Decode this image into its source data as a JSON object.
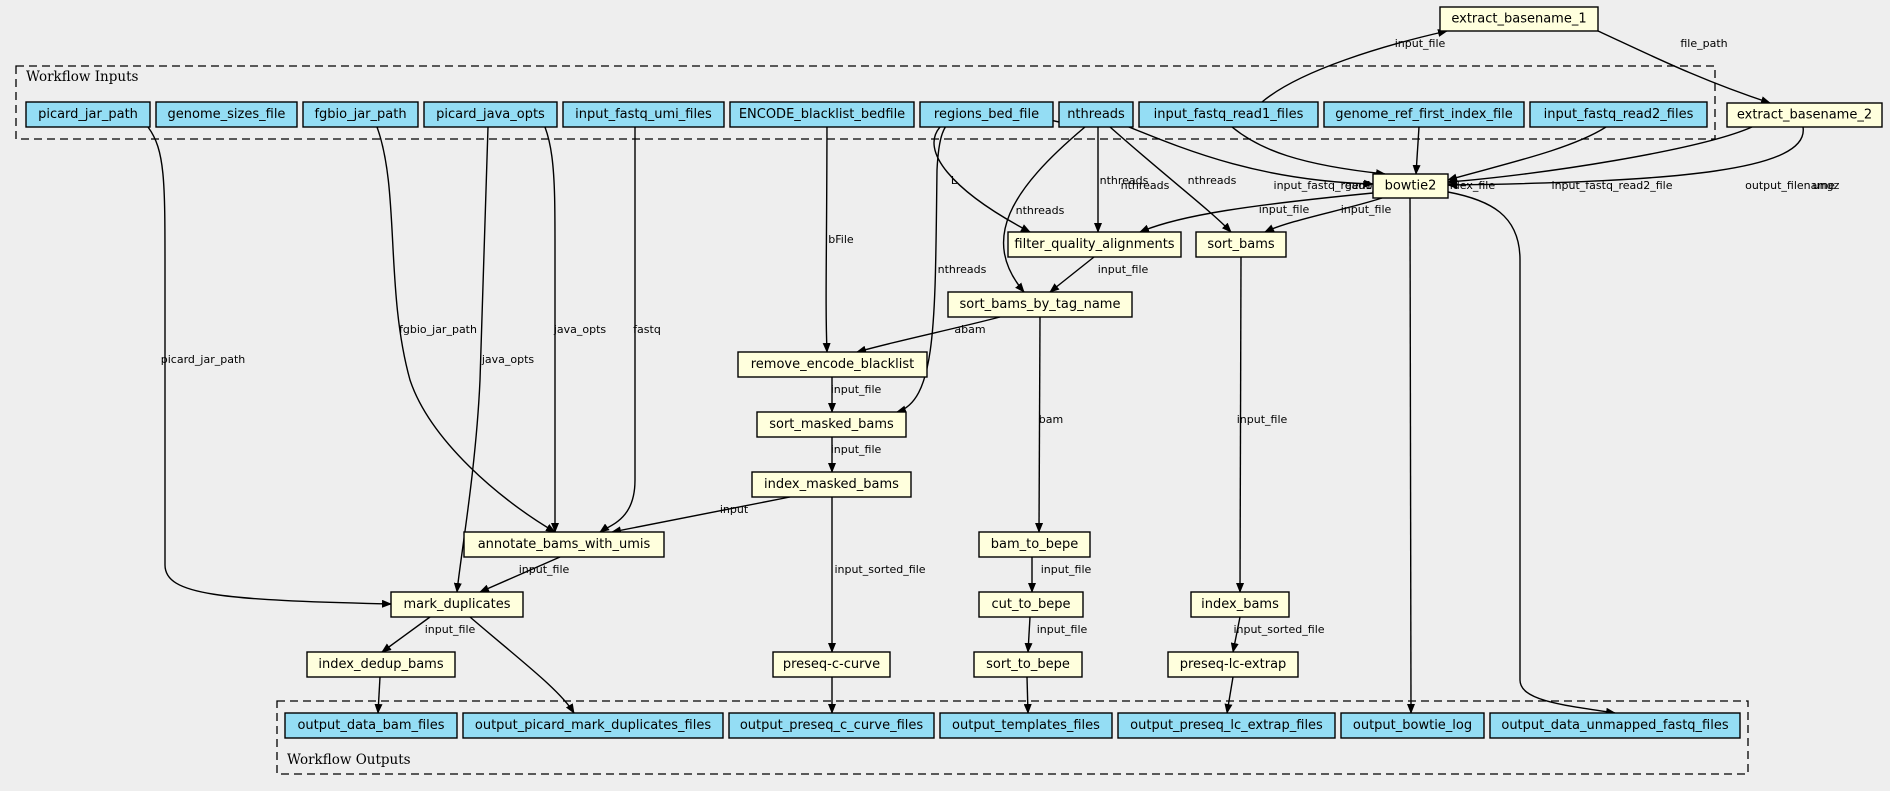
{
  "colors": {
    "background": "#eeeeee",
    "input_fill": "#94ddf4",
    "step_fill": "#ffffdd",
    "output_fill": "#94ddf4",
    "stroke": "#000000"
  },
  "clusters": {
    "inputs_label": "Workflow Inputs",
    "outputs_label": "Workflow Outputs"
  },
  "nodes": [
    {
      "id": "picard_jar_path",
      "label": "picard_jar_path",
      "kind": "input"
    },
    {
      "id": "genome_sizes_file",
      "label": "genome_sizes_file",
      "kind": "input"
    },
    {
      "id": "fgbio_jar_path",
      "label": "fgbio_jar_path",
      "kind": "input"
    },
    {
      "id": "picard_java_opts",
      "label": "picard_java_opts",
      "kind": "input"
    },
    {
      "id": "input_fastq_umi_files",
      "label": "input_fastq_umi_files",
      "kind": "input"
    },
    {
      "id": "ENCODE_blacklist_bedfile",
      "label": "ENCODE_blacklist_bedfile",
      "kind": "input"
    },
    {
      "id": "regions_bed_file",
      "label": "regions_bed_file",
      "kind": "input"
    },
    {
      "id": "nthreads",
      "label": "nthreads",
      "kind": "input"
    },
    {
      "id": "input_fastq_read1_files",
      "label": "input_fastq_read1_files",
      "kind": "input"
    },
    {
      "id": "genome_ref_first_index_file",
      "label": "genome_ref_first_index_file",
      "kind": "input"
    },
    {
      "id": "input_fastq_read2_files",
      "label": "input_fastq_read2_files",
      "kind": "input"
    },
    {
      "id": "extract_basename_1",
      "label": "extract_basename_1",
      "kind": "step"
    },
    {
      "id": "extract_basename_2",
      "label": "extract_basename_2",
      "kind": "step"
    },
    {
      "id": "bowtie2",
      "label": "bowtie2",
      "kind": "step"
    },
    {
      "id": "filter_quality_alignments",
      "label": "filter_quality_alignments",
      "kind": "step"
    },
    {
      "id": "sort_bams",
      "label": "sort_bams",
      "kind": "step"
    },
    {
      "id": "sort_bams_by_tag_name",
      "label": "sort_bams_by_tag_name",
      "kind": "step"
    },
    {
      "id": "remove_encode_blacklist",
      "label": "remove_encode_blacklist",
      "kind": "step"
    },
    {
      "id": "sort_masked_bams",
      "label": "sort_masked_bams",
      "kind": "step"
    },
    {
      "id": "index_masked_bams",
      "label": "index_masked_bams",
      "kind": "step"
    },
    {
      "id": "annotate_bams_with_umis",
      "label": "annotate_bams_with_umis",
      "kind": "step"
    },
    {
      "id": "mark_duplicates",
      "label": "mark_duplicates",
      "kind": "step"
    },
    {
      "id": "index_dedup_bams",
      "label": "index_dedup_bams",
      "kind": "step"
    },
    {
      "id": "preseq_c_curve",
      "label": "preseq-c-curve",
      "kind": "step"
    },
    {
      "id": "bam_to_bepe",
      "label": "bam_to_bepe",
      "kind": "step"
    },
    {
      "id": "cut_to_bepe",
      "label": "cut_to_bepe",
      "kind": "step"
    },
    {
      "id": "sort_to_bepe",
      "label": "sort_to_bepe",
      "kind": "step"
    },
    {
      "id": "index_bams",
      "label": "index_bams",
      "kind": "step"
    },
    {
      "id": "preseq_lc_extrap",
      "label": "preseq-lc-extrap",
      "kind": "step"
    },
    {
      "id": "output_data_bam_files",
      "label": "output_data_bam_files",
      "kind": "output"
    },
    {
      "id": "output_picard_mark_duplicates_files",
      "label": "output_picard_mark_duplicates_files",
      "kind": "output"
    },
    {
      "id": "output_preseq_c_curve_files",
      "label": "output_preseq_c_curve_files",
      "kind": "output"
    },
    {
      "id": "output_templates_files",
      "label": "output_templates_files",
      "kind": "output"
    },
    {
      "id": "output_preseq_lc_extrap_files",
      "label": "output_preseq_lc_extrap_files",
      "kind": "output"
    },
    {
      "id": "output_bowtie_log",
      "label": "output_bowtie_log",
      "kind": "output"
    },
    {
      "id": "output_data_unmapped_fastq_files",
      "label": "output_data_unmapped_fastq_files",
      "kind": "output"
    }
  ],
  "edges": [
    {
      "from": "input_fastq_read1_files",
      "to": "extract_basename_1",
      "label": "input_file"
    },
    {
      "from": "extract_basename_1",
      "to": "extract_basename_2",
      "label": "file_path"
    },
    {
      "from": "nthreads",
      "to": "bowtie2",
      "label": "nthreads"
    },
    {
      "from": "input_fastq_read1_files",
      "to": "bowtie2",
      "label": "input_fastq_read1_file"
    },
    {
      "from": "genome_ref_first_index_file",
      "to": "bowtie2",
      "label": "genome_ref_first_index_file"
    },
    {
      "from": "input_fastq_read2_files",
      "to": "bowtie2",
      "label": "input_fastq_read2_file"
    },
    {
      "from": "extract_basename_2",
      "to": "bowtie2",
      "label": "output_filename"
    },
    {
      "from": "extract_basename_2",
      "to": "bowtie2",
      "label": "ungz"
    },
    {
      "from": "regions_bed_file",
      "to": "filter_quality_alignments",
      "label": "L"
    },
    {
      "from": "nthreads",
      "to": "filter_quality_alignments",
      "label": "nthreads"
    },
    {
      "from": "bowtie2",
      "to": "filter_quality_alignments",
      "label": "input_file"
    },
    {
      "from": "nthreads",
      "to": "sort_bams",
      "label": "nthreads"
    },
    {
      "from": "bowtie2",
      "to": "sort_bams",
      "label": "input_file"
    },
    {
      "from": "nthreads",
      "to": "sort_bams_by_tag_name",
      "label": "nthreads"
    },
    {
      "from": "filter_quality_alignments",
      "to": "sort_bams_by_tag_name",
      "label": "input_file"
    },
    {
      "from": "ENCODE_blacklist_bedfile",
      "to": "remove_encode_blacklist",
      "label": "bFile"
    },
    {
      "from": "sort_bams_by_tag_name",
      "to": "remove_encode_blacklist",
      "label": "abam"
    },
    {
      "from": "nthreads",
      "to": "sort_masked_bams",
      "label": "nthreads"
    },
    {
      "from": "remove_encode_blacklist",
      "to": "sort_masked_bams",
      "label": "input_file"
    },
    {
      "from": "sort_masked_bams",
      "to": "index_masked_bams",
      "label": "input_file"
    },
    {
      "from": "fgbio_jar_path",
      "to": "annotate_bams_with_umis",
      "label": "fgbio_jar_path"
    },
    {
      "from": "picard_java_opts",
      "to": "annotate_bams_with_umis",
      "label": "java_opts"
    },
    {
      "from": "input_fastq_umi_files",
      "to": "annotate_bams_with_umis",
      "label": "fastq"
    },
    {
      "from": "index_masked_bams",
      "to": "annotate_bams_with_umis",
      "label": "input"
    },
    {
      "from": "picard_jar_path",
      "to": "mark_duplicates",
      "label": "picard_jar_path"
    },
    {
      "from": "picard_java_opts",
      "to": "mark_duplicates",
      "label": "java_opts"
    },
    {
      "from": "annotate_bams_with_umis",
      "to": "mark_duplicates",
      "label": "input_file"
    },
    {
      "from": "mark_duplicates",
      "to": "index_dedup_bams",
      "label": "input_file"
    },
    {
      "from": "index_masked_bams",
      "to": "preseq_c_curve",
      "label": "input_sorted_file"
    },
    {
      "from": "sort_bams_by_tag_name",
      "to": "bam_to_bepe",
      "label": "bam"
    },
    {
      "from": "bam_to_bepe",
      "to": "cut_to_bepe",
      "label": "input_file"
    },
    {
      "from": "cut_to_bepe",
      "to": "sort_to_bepe",
      "label": "input_file"
    },
    {
      "from": "sort_bams",
      "to": "index_bams",
      "label": "input_file"
    },
    {
      "from": "index_bams",
      "to": "preseq_lc_extrap",
      "label": "input_sorted_file"
    },
    {
      "from": "index_dedup_bams",
      "to": "output_data_bam_files",
      "label": ""
    },
    {
      "from": "mark_duplicates",
      "to": "output_picard_mark_duplicates_files",
      "label": ""
    },
    {
      "from": "preseq_c_curve",
      "to": "output_preseq_c_curve_files",
      "label": ""
    },
    {
      "from": "sort_to_bepe",
      "to": "output_templates_files",
      "label": ""
    },
    {
      "from": "preseq_lc_extrap",
      "to": "output_preseq_lc_extrap_files",
      "label": ""
    },
    {
      "from": "bowtie2",
      "to": "output_bowtie_log",
      "label": ""
    },
    {
      "from": "bowtie2",
      "to": "output_data_unmapped_fastq_files",
      "label": ""
    }
  ]
}
